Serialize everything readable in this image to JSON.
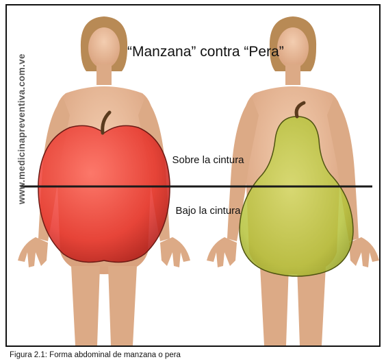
{
  "figure": {
    "watermark": "www.medicinapreventiva.com.ve",
    "title": "“Manzana” contra “Pera”",
    "labels": {
      "above_line": "Sobre la cintura",
      "below_line": "Bajo la cintura"
    },
    "caption": "Figura 2.1: Forma abdominal de manzana o pera"
  },
  "colors": {
    "apple": "#e8322a",
    "pear": "#b5c23a",
    "skin": "#e8b896",
    "hair": "#b88a55",
    "waist_line": "#1a1a1a",
    "frame": "#111111"
  },
  "icons": {
    "apple_shape": "apple-icon",
    "pear_shape": "pear-icon"
  }
}
